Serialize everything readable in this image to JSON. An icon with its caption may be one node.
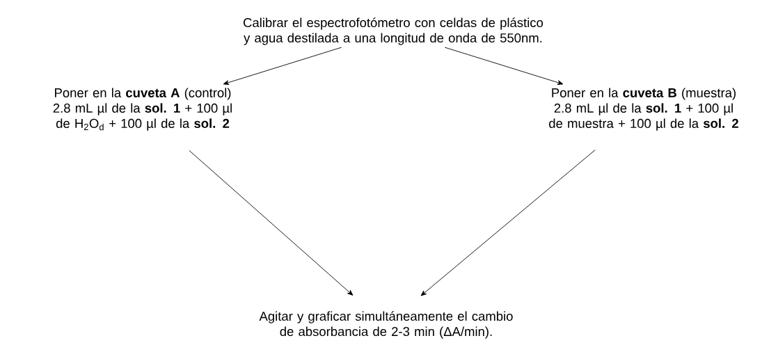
{
  "diagram": {
    "nodes": [
      {
        "text": [
          "Calibrar el espectrofotómetro con celdas de plástico y agua destilada a una longitud de onda de 550nm."
        ]
      },
      {
        "text": [
          "Poner en la **cuveta A** (control) 2.8 mL µl de la **sol. 1** + 100 µl de H$_{2}$O$_{d}$ +  100 µl de la **sol. 2**"
        ]
      },
      {
        "text": [
          "Poner en la **cuveta B** (muestra) 2.8 mL µl de la **sol. 1** + 100 µl de muestra +  100 µl de la **sol. 2**"
        ]
      },
      {
        "text": [
          "Agitar y graficar simultáneamente el cambio de absorbancia de 2-3 min (ΔA/min)."
        ]
      }
    ],
    "edges": [
      {
        "from": 0,
        "to": 1,
        "arrow": "to"
      },
      {
        "from": 0,
        "to": 2,
        "arrow": "to"
      },
      {
        "from": 1,
        "to": 3,
        "arrow": "to"
      },
      {
        "from": 2,
        "to": 3,
        "arrow": "to"
      }
    ]
  }
}
